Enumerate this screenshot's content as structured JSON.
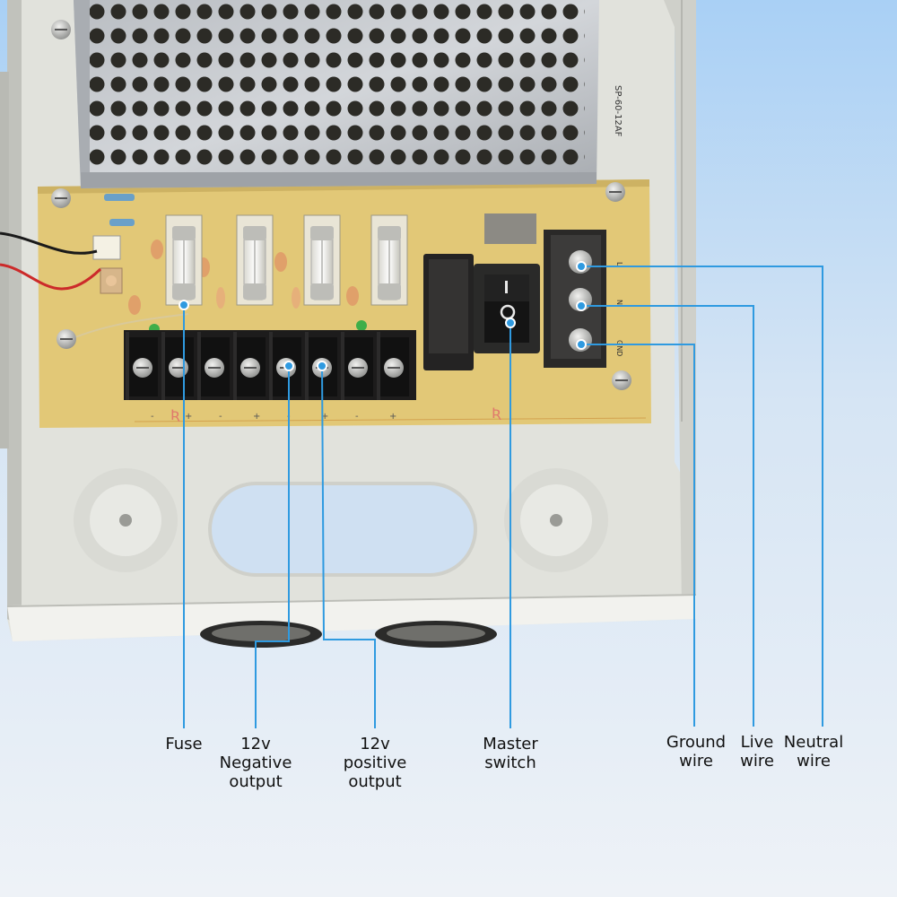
{
  "colors": {
    "background_top": "#a9d0f5",
    "background_bottom": "#eef2f7",
    "enclosure": "#e1e2dc",
    "pcb": "#e2c877",
    "terminal_block": "#1d1c1c",
    "callout_line": "#2f9ae0",
    "callout_dot": "#ffffff"
  },
  "board_markings": {
    "psu_model": "SP-60-12AF",
    "mains_terminals": [
      "L",
      "N",
      "GND"
    ],
    "output_polarity": [
      "-",
      "+",
      "-",
      "+",
      "-",
      "+",
      "-",
      "+"
    ]
  },
  "labels": {
    "fuse": [
      "Fuse"
    ],
    "negative_output": [
      "12v",
      "Negative",
      "output"
    ],
    "positive_output": [
      "12v",
      "positive",
      "output"
    ],
    "master_switch": [
      "Master",
      "switch"
    ],
    "ground_wire": [
      "Ground",
      "wire"
    ],
    "live_wire": [
      "Live",
      "wire"
    ],
    "neutral_wire": [
      "Neutral",
      "wire"
    ]
  }
}
